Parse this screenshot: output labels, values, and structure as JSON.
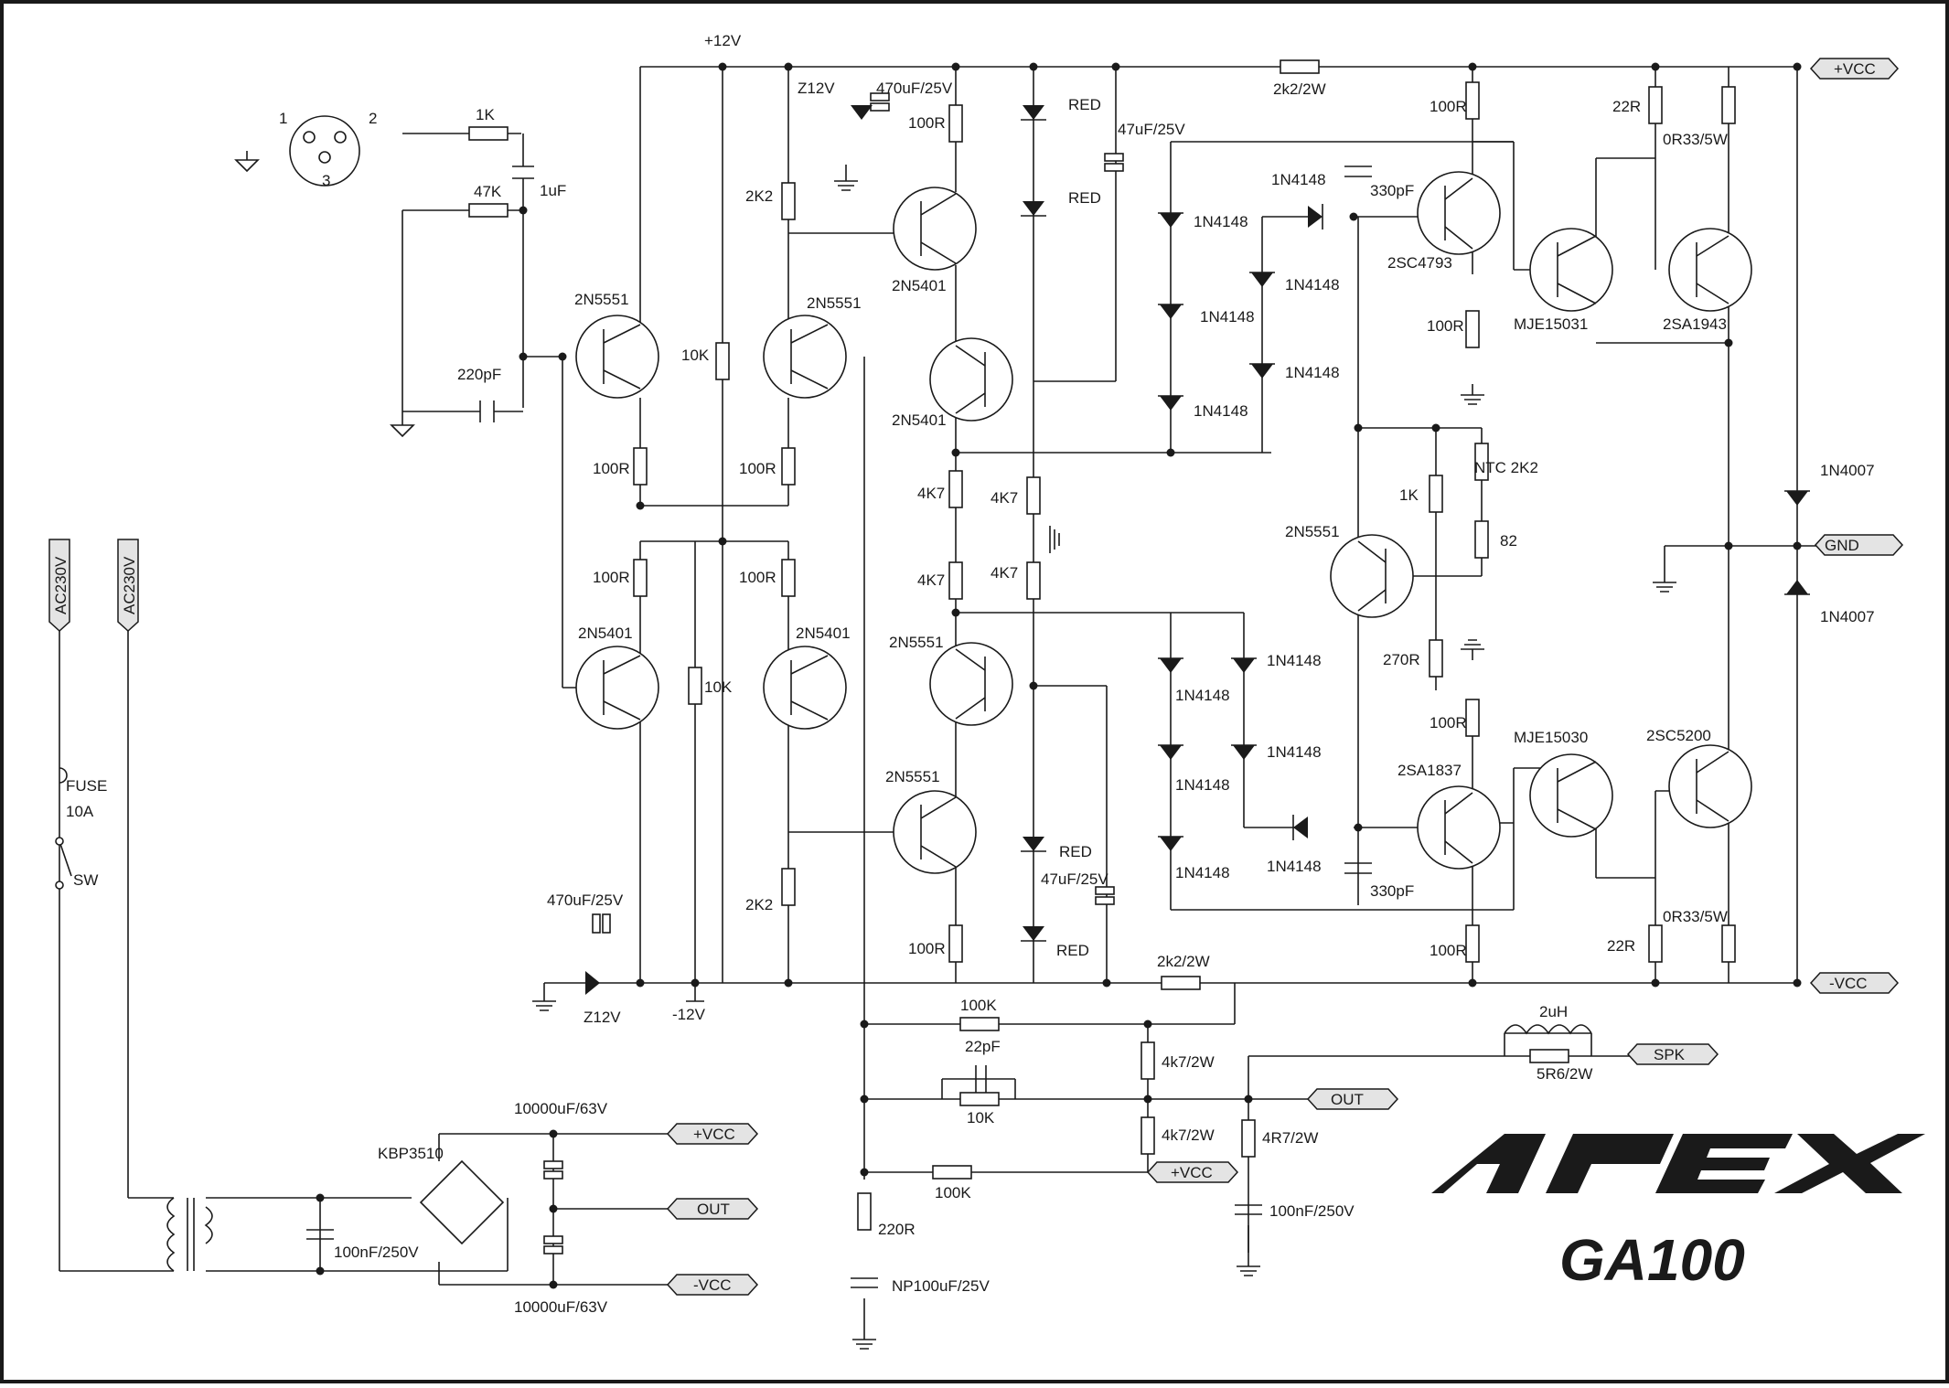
{
  "title": {
    "logo": "APEX",
    "model": "GA100"
  },
  "rails": {
    "plus12": "+12V",
    "minus12": "-12V",
    "vcc_pos": "+VCC",
    "vcc_neg": "-VCC",
    "gnd": "GND",
    "spk": "SPK",
    "out": "OUT",
    "mains_a": "AC230V",
    "mains_b": "AC230V"
  },
  "connector": {
    "pin1": "1",
    "pin2": "2",
    "pin3": "3"
  },
  "labels": {
    "r_in": "1K",
    "c_in": "1uF",
    "r_bias": "47K",
    "c_in_f": "220pF",
    "q_in_a": "2N5551",
    "q_in_b": "2N5551",
    "r_e1": "100R",
    "r_e2": "100R",
    "r_tail": "10K",
    "r_c1": "100R",
    "r_c2": "100R",
    "q_m1": "2N5401",
    "q_m2": "2N5401",
    "r_tail2": "10K",
    "c_psu": "470uF/25V",
    "z_psu": "Z12V",
    "c_top": "470uF/25V",
    "z_top": "Z12V",
    "r_2k2_top": "2K2",
    "r_2k2_bot": "2K2",
    "q_v1": "2N5401",
    "q_v2": "2N5401",
    "r_v1": "100R",
    "led1": "RED",
    "led2": "RED",
    "led3": "RED",
    "led4": "RED",
    "c47_top": "47uF/25V",
    "c47_bot": "47uF/25V",
    "r4k7_1": "4K7",
    "r4k7_2": "4K7",
    "r4k7_3": "4K7",
    "r4k7_4": "4K7",
    "q_v3": "2N5551",
    "q_v4": "2N5551",
    "r_v4": "100R",
    "r_2k2w_top": "2k2/2W",
    "r_2k2w_bot": "2k2/2W",
    "d_t1": "1N4148",
    "d_t2": "1N4148",
    "d_t3": "1N4148",
    "d_t4": "1N4148",
    "d_t5": "1N4148",
    "d_t6": "1N4148",
    "d_b1": "1N4148",
    "d_b2": "1N4148",
    "d_b3": "1N4148",
    "d_b4": "1N4148",
    "d_b5": "1N4148",
    "d_b6": "1N4148",
    "c330_top": "330pF",
    "c330_bot": "330pF",
    "q_drv_t": "2SC4793",
    "q_drv_b": "2SA1837",
    "r_drv_t1": "100R",
    "r_drv_t2": "100R",
    "r_drv_b1": "100R",
    "r_drv_b2": "100R",
    "q_bias": "2N5551",
    "r_ntc": "NTC 2K2",
    "r_1k": "1K",
    "r_82": "82",
    "r_270": "270R",
    "q_pre_t": "MJE15031",
    "q_pre_b": "MJE15030",
    "q_out_t": "2SA1943",
    "q_out_b": "2SC5200",
    "r22_t": "22R",
    "r22_b": "22R",
    "r0r33_t": "0R33/5W",
    "r0r33_b": "0R33/5W",
    "d_rail_t": "1N4007",
    "d_rail_b": "1N4007",
    "l_out": "2uH",
    "r_out": "5R6/2W",
    "r_fb": "100K",
    "c_fb": "22pF",
    "r_fb2": "10K",
    "r_4k7w_1": "4k7/2W",
    "r_4k7w_2": "4k7/2W",
    "r_100k_b": "100K",
    "r_220": "220R",
    "c_np": "NP100uF/25V",
    "r_zob": "4R7/2W",
    "c_zob": "100nF/250V",
    "fuse": "FUSE",
    "fuse_val": "10A",
    "sw": "SW",
    "bridge": "KBP3510",
    "c_rect_t": "10000uF/63V",
    "c_rect_b": "10000uF/63V",
    "c_x": "100nF/250V"
  }
}
